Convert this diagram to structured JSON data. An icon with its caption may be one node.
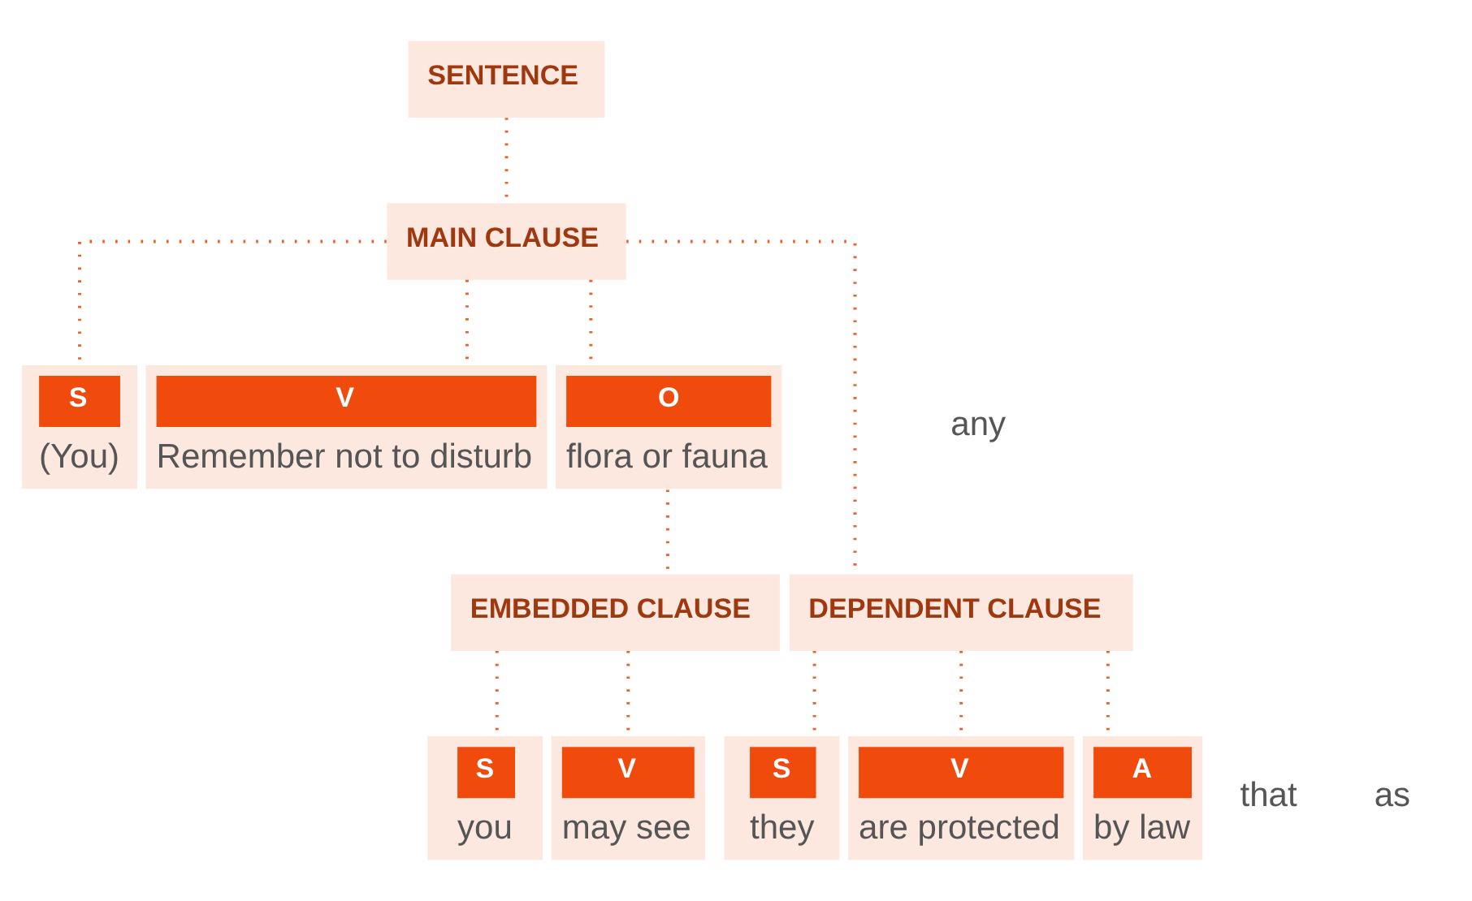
{
  "diagram": {
    "nodes": [
      {
        "text": [
          "SENTENCE"
        ]
      },
      {
        "text": [
          "MAIN CLAUSE"
        ]
      },
      {
        "text": [
          "S",
          "(You)"
        ]
      },
      {
        "text": [
          "V",
          "Remember not to disturb"
        ]
      },
      {
        "text": [
          "O",
          "flora or fauna"
        ]
      },
      {
        "text": [
          "EMBEDDED CLAUSE"
        ]
      },
      {
        "text": [
          "DEPENDENT CLAUSE"
        ]
      },
      {
        "text": [
          "S",
          "you"
        ]
      },
      {
        "text": [
          "V",
          "may see"
        ]
      },
      {
        "text": [
          "S",
          "they"
        ]
      },
      {
        "text": [
          "V",
          "are protected"
        ]
      },
      {
        "text": [
          "A",
          "by law"
        ]
      }
    ],
    "edges": [
      {
        "from": 0,
        "to": 1,
        "arrow": "none"
      },
      {
        "from": 1,
        "to": 2,
        "arrow": "none"
      },
      {
        "from": 1,
        "to": 3,
        "arrow": "none"
      },
      {
        "from": 1,
        "to": 4,
        "arrow": "none"
      },
      {
        "from": 1,
        "to": 6,
        "arrow": "none"
      },
      {
        "from": 4,
        "to": 5,
        "arrow": "none"
      },
      {
        "from": 5,
        "to": 7,
        "arrow": "none"
      },
      {
        "from": 5,
        "to": 8,
        "arrow": "none"
      },
      {
        "from": 6,
        "to": 9,
        "arrow": "none"
      },
      {
        "from": 6,
        "to": 10,
        "arrow": "none"
      },
      {
        "from": 6,
        "to": 11,
        "arrow": "none"
      }
    ],
    "labels": [
      "any",
      "that",
      "as"
    ]
  }
}
